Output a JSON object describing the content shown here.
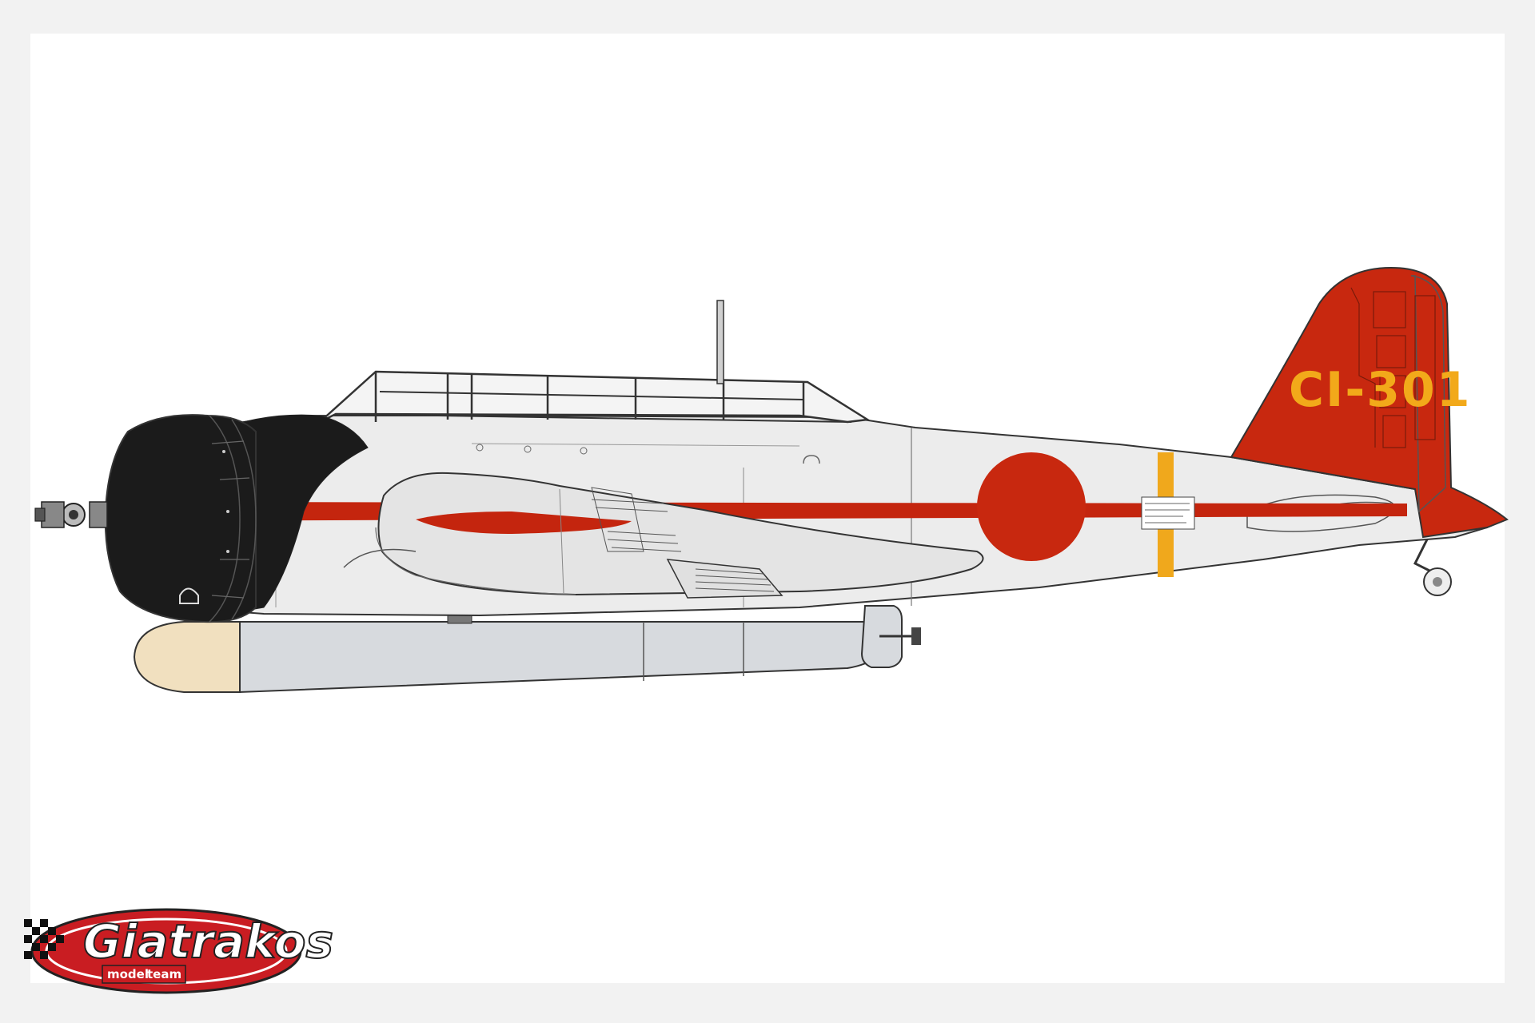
{
  "aircraft": {
    "tail_code": "CI-301"
  },
  "logo": {
    "name": "Giatrakos",
    "model_part": "model",
    "team_part": "team"
  },
  "colors": {
    "fuselage": "#ececec",
    "cowling": "#1b1b1b",
    "tail": "#c8280f",
    "stripe": "#c4250e",
    "hinomaru": "#c8280f",
    "yellow_band": "#f0a81c",
    "tail_code": "#f2a91a",
    "torpedo_body": "#d7dade",
    "torpedo_nose": "#f1e0bf",
    "outline": "#333333",
    "logo_red": "#c91d22"
  }
}
